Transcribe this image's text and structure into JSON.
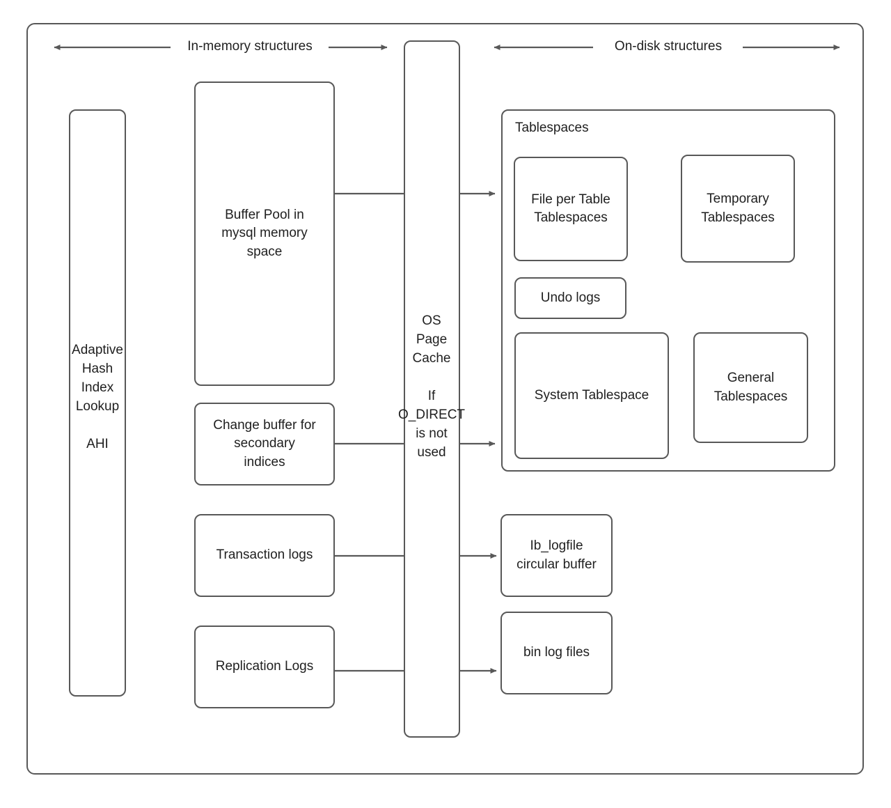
{
  "diagram": {
    "title_left": "In-memory structures",
    "title_right": "On-disk structures",
    "line_color": "#585858",
    "text_color": "#1f1f1f",
    "background": "#ffffff"
  },
  "in_memory": {
    "ahi": "Adaptive\nHash\nIndex\nLookup\n\nAHI",
    "buffer_pool": "Buffer Pool in\nmysql memory\nspace",
    "change_buffer": "Change buffer for\nsecondary\nindices",
    "transaction_logs": "Transaction logs",
    "replication_logs": "Replication Logs"
  },
  "page_cache": {
    "label": "OS\nPage\nCache\n\nIf\nO_DIRECT\nis not\nused"
  },
  "on_disk": {
    "tablespaces_label": "Tablespaces",
    "file_per_table": "File per Table\nTablespaces",
    "temporary_tablespaces": "Temporary\nTablespaces",
    "undo_logs": "Undo logs",
    "system_tablespace": "System Tablespace",
    "general_tablespaces": "General\nTablespaces",
    "ib_logfile": "Ib_logfile\ncircular buffer",
    "bin_log_files": "bin log files"
  }
}
